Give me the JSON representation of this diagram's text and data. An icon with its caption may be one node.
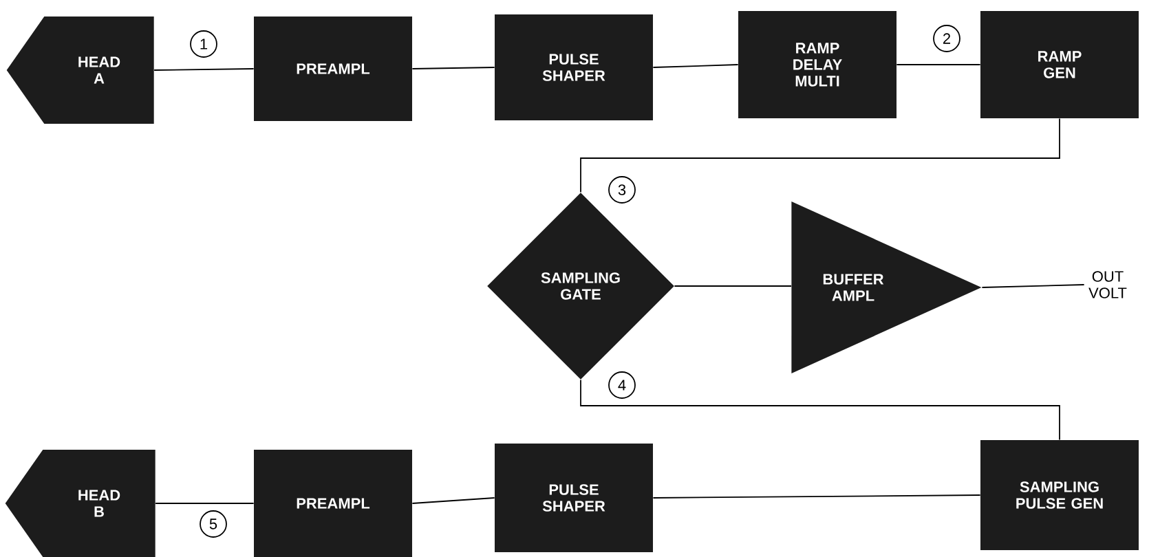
{
  "diagram": {
    "nodes": [
      {
        "text": [
          "HEAD A"
        ]
      },
      {
        "text": [
          "PREAMPL"
        ]
      },
      {
        "text": [
          "PULSE SHAPER"
        ]
      },
      {
        "text": [
          "RAMP DELAY MULTI"
        ]
      },
      {
        "text": [
          "RAMP GEN"
        ]
      },
      {
        "text": [
          "SAMPLING GATE"
        ]
      },
      {
        "text": [
          "BUFFER AMPL"
        ]
      },
      {
        "text": [
          "OUT VOLT"
        ]
      },
      {
        "text": [
          "HEAD B"
        ]
      },
      {
        "text": [
          "PREAMPL"
        ]
      },
      {
        "text": [
          "PULSE SHAPER"
        ]
      },
      {
        "text": [
          "SAMPLING PULSE GEN"
        ]
      }
    ],
    "edges": [
      {
        "from": 0,
        "to": 1,
        "arrow": "none"
      },
      {
        "from": 1,
        "to": 2,
        "arrow": "none"
      },
      {
        "from": 2,
        "to": 3,
        "arrow": "none"
      },
      {
        "from": 3,
        "to": 4,
        "arrow": "none"
      },
      {
        "from": 4,
        "to": 5,
        "arrow": "none"
      },
      {
        "from": 5,
        "to": 6,
        "arrow": "none"
      },
      {
        "from": 6,
        "to": 7,
        "arrow": "none"
      },
      {
        "from": 8,
        "to": 9,
        "arrow": "none"
      },
      {
        "from": 9,
        "to": 10,
        "arrow": "none"
      },
      {
        "from": 10,
        "to": 11,
        "arrow": "none"
      },
      {
        "from": 11,
        "to": 5,
        "arrow": "none"
      }
    ],
    "labels": [
      "1",
      "2",
      "3",
      "4",
      "5"
    ]
  }
}
